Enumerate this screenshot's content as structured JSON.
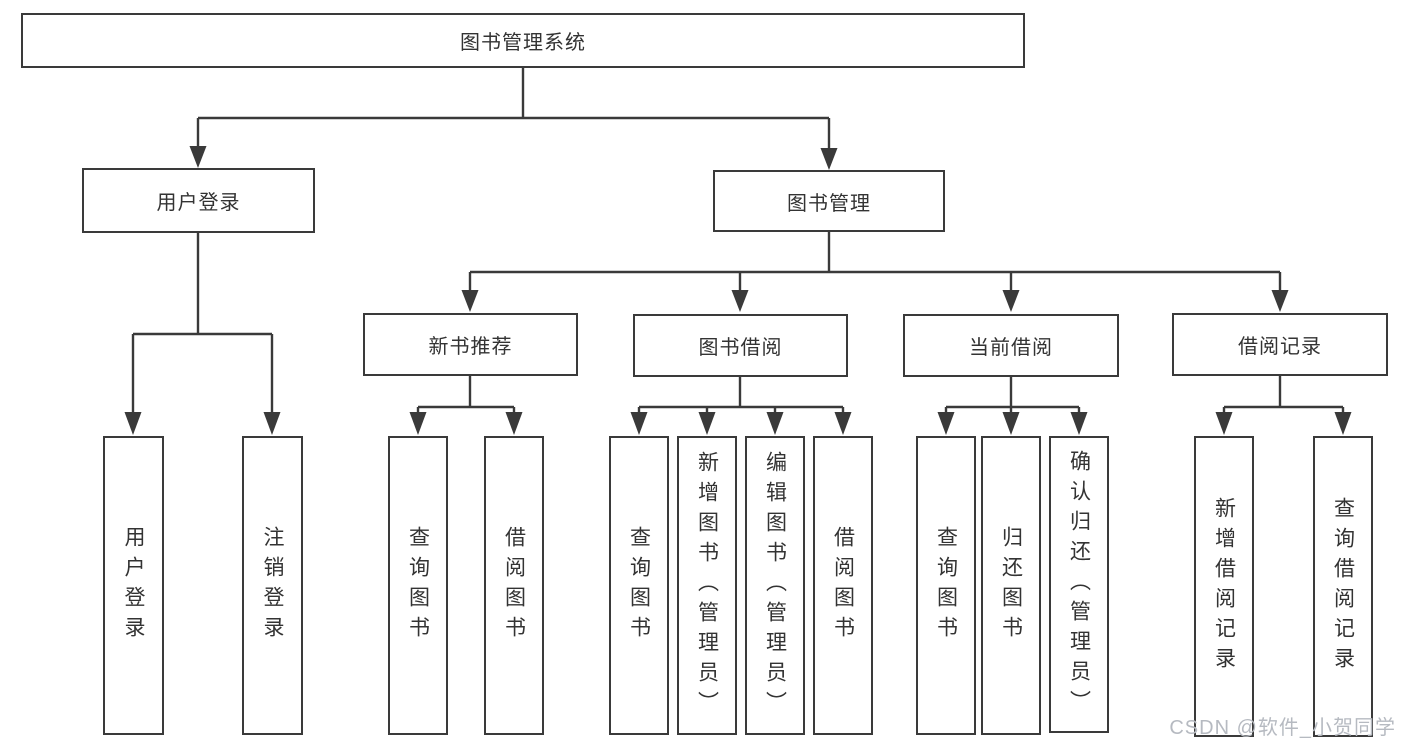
{
  "diagram": {
    "type": "hierarchy-tree",
    "levels": 3,
    "line_color": "#3a3a3a",
    "text_color": "#333333",
    "box_background": "#ffffff",
    "watermark_color": "#b6bac1"
  },
  "nodes": {
    "root": {
      "label": "图书管理系统"
    },
    "login": {
      "label": "用户登录"
    },
    "mgmt": {
      "label": "图书管理"
    },
    "rec": {
      "label": "新书推荐"
    },
    "borrow": {
      "label": "图书借阅"
    },
    "current": {
      "label": "当前借阅"
    },
    "record": {
      "label": "借阅记录"
    },
    "login_user": {
      "label": "用户登录"
    },
    "login_logout": {
      "label": "注销登录"
    },
    "rec_query": {
      "label": "查询图书"
    },
    "rec_borrow": {
      "label": "借阅图书"
    },
    "borrow_query": {
      "label": "查询图书"
    },
    "borrow_add": {
      "label": "新增图书（管理员）"
    },
    "borrow_edit": {
      "label": "编辑图书（管理员）"
    },
    "borrow_borrow": {
      "label": "借阅图书"
    },
    "current_query": {
      "label": "查询图书"
    },
    "current_return": {
      "label": "归还图书"
    },
    "current_confirm": {
      "label": "确认归还（管理员）"
    },
    "record_add": {
      "label": "新增借阅记录"
    },
    "record_query": {
      "label": "查询借阅记录"
    }
  },
  "watermark": {
    "text": "CSDN @软件_小贺同学"
  }
}
